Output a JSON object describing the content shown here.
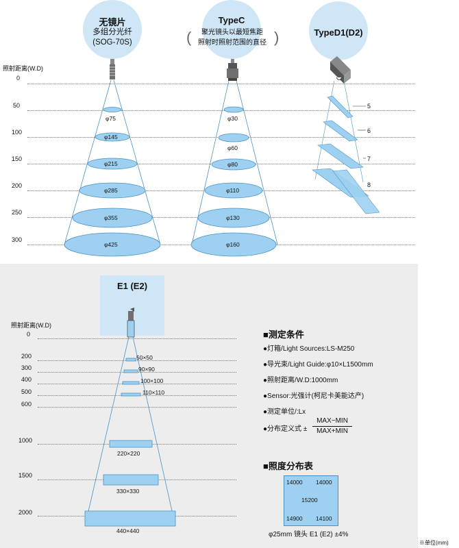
{
  "top": {
    "axis_title": "照射距离(W.D)",
    "distances": [
      "0",
      "50",
      "100",
      "150",
      "200",
      "250",
      "300"
    ],
    "columns": [
      {
        "title": "无镜片",
        "sub": [
          "多组分光纤",
          "(SOG-70S)"
        ],
        "spots": [
          "φ75",
          "φ145",
          "φ215",
          "φ285",
          "φ355",
          "φ425"
        ]
      },
      {
        "title": "TypeC",
        "sub": [
          "聚光镜头以最短焦距",
          "照射时照射范围的直径"
        ],
        "spots": [
          "φ30",
          "φ60",
          "φ80",
          "φ110",
          "φ130",
          "φ160"
        ]
      },
      {
        "title": "TypeD1(D2)",
        "sub": [],
        "steps": [
          "5",
          "6",
          "7",
          "8"
        ]
      }
    ]
  },
  "bottom": {
    "title": "E1 (E2)",
    "axis_title": "照射距离(W.D)",
    "distances": [
      "0",
      "200",
      "300",
      "400",
      "500",
      "600",
      "1000",
      "1500",
      "2000"
    ],
    "sizes": [
      "50×50",
      "90×90",
      "100×100",
      "110×110",
      "220×220",
      "330×330",
      "440×440"
    ],
    "conditions_title": "■测定条件",
    "conditions": [
      "●灯箱/Light Sources:LS-M250",
      "●导光束/Light Guide:φ10×L1500mm",
      "●照射距离/W.D:1000mm",
      "●Sensor:光强计(柯尼卡美能达产)",
      "●测定单位/:Lx"
    ],
    "formula": {
      "prefix": "●分布定义式 ±",
      "numerator": "MAX−MIN",
      "denominator": "MAX+MIN"
    },
    "distribution_title": "■照度分布表",
    "distribution": {
      "tl": "14000",
      "tr": "14000",
      "center": "15200",
      "bl": "14900",
      "br": "14100"
    },
    "caption": "φ25mm 镜头 E1 (E2) ±4%",
    "unit_note": "※单位(mm)"
  },
  "colors": {
    "fill": "#9ed1f1",
    "bubble": "#cfe6f7",
    "panel": "#ededed",
    "line": "#4a90c4"
  }
}
